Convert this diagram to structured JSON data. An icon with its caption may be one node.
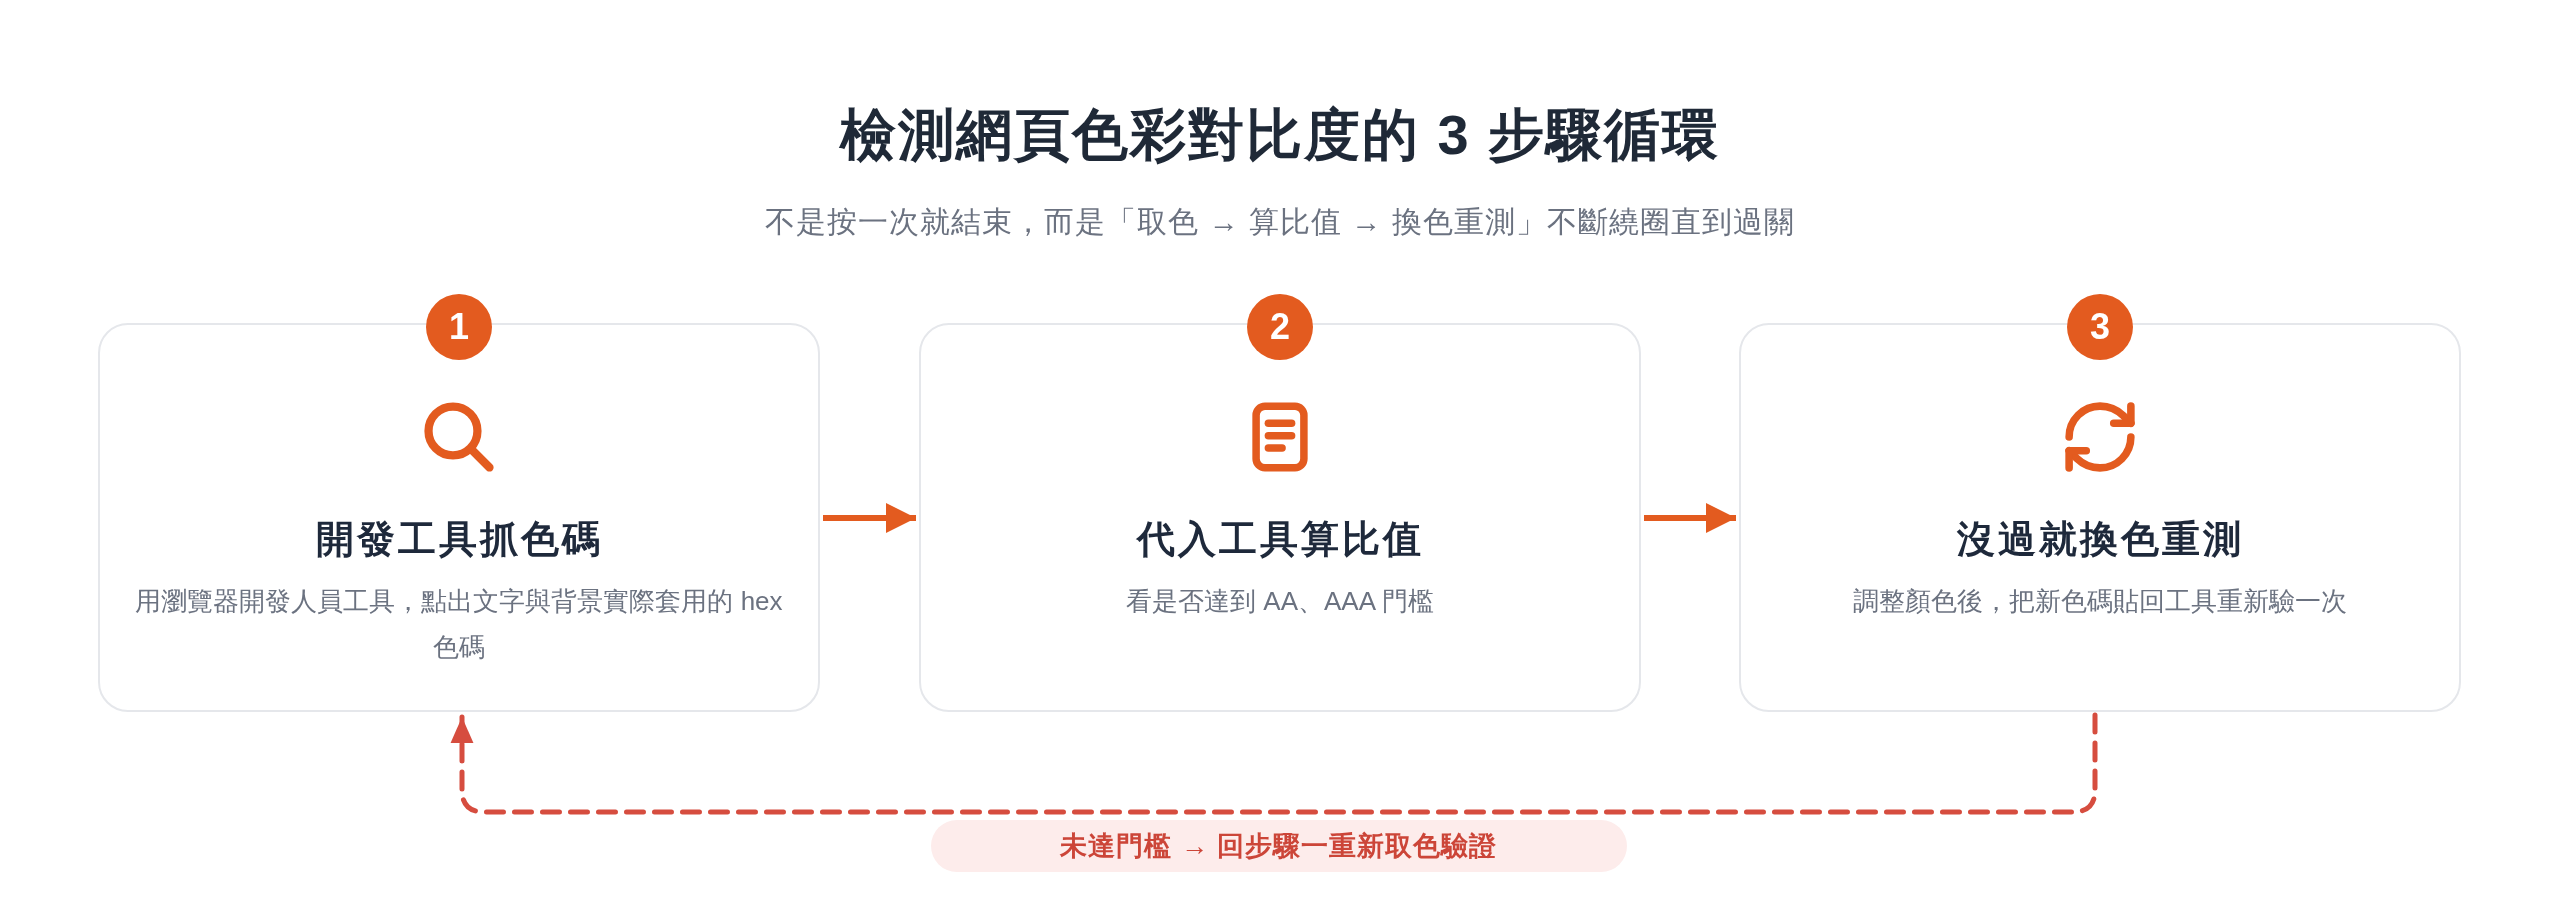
{
  "diagram": {
    "title": "檢測網頁色彩對比度的 3 步驟循環",
    "nodes": [
      {
        "text": [
          "1"
        ]
      },
      {
        "text": [
          "開發工具抓色碼",
          "用瀏覽器開發人員工具，點出文字與背景實際套用的 hex 色碼"
        ]
      },
      {
        "text": [
          "2"
        ]
      },
      {
        "text": [
          "代入工具算比值",
          "看是否達到 AA、AAA 門檻"
        ]
      },
      {
        "text": [
          "3"
        ]
      },
      {
        "text": [
          "沒過就換色重測",
          "調整顏色後，把新色碼貼回工具重新驗一次"
        ]
      }
    ],
    "edges": [
      {
        "from": 1,
        "to": 3,
        "arrow": "to"
      },
      {
        "from": 3,
        "to": 5,
        "arrow": "to"
      },
      {
        "from": 5,
        "to": 1,
        "arrow": "to",
        "label": "未達門檻 → 回步驟一重新取色驗證",
        "style": "dashed",
        "color": "#d64d3f"
      }
    ],
    "labels": [
      "不是按一次就結束，而是「取色 → 算比值 → 換色重測」不斷繞圈直到過關"
    ]
  }
}
